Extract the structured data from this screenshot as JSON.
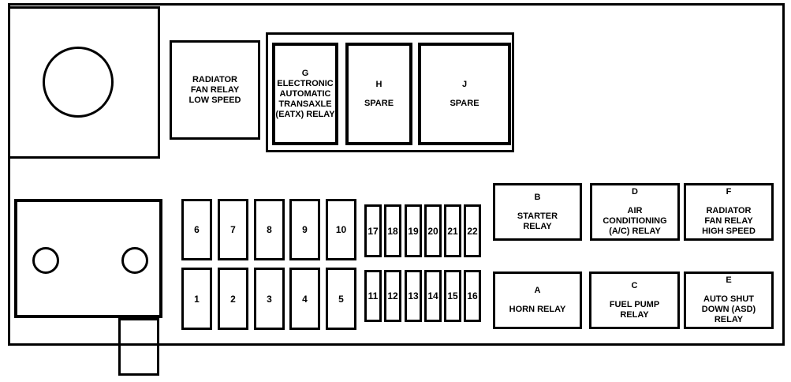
{
  "colors": {
    "background": "#ffffff",
    "line": "#000000",
    "text": "#000000"
  },
  "modules": {
    "radiator_fan_low": {
      "name": "RADIATOR\nFAN RELAY\nLOW SPEED"
    },
    "eatx_group": {
      "g": {
        "letter": "G",
        "name": "ELECTRONIC\nAUTOMATIC\nTRANSAXLE\n(EATX) RELAY"
      },
      "h": {
        "letter": "H",
        "name": "SPARE"
      },
      "j": {
        "letter": "J",
        "name": "SPARE"
      }
    }
  },
  "fuses": {
    "wide_top": [
      "6",
      "7",
      "8",
      "9",
      "10"
    ],
    "wide_bottom": [
      "1",
      "2",
      "3",
      "4",
      "5"
    ],
    "narrow_top": [
      "17",
      "18",
      "19",
      "20",
      "21",
      "22"
    ],
    "narrow_bottom": [
      "11",
      "12",
      "13",
      "14",
      "15",
      "16"
    ]
  },
  "relays": {
    "top_row": [
      {
        "letter": "B",
        "name": "STARTER\nRELAY"
      },
      {
        "letter": "D",
        "name": "AIR\nCONDITIONING\n(A/C) RELAY"
      },
      {
        "letter": "F",
        "name": "RADIATOR\nFAN RELAY\nHIGH SPEED"
      }
    ],
    "bottom_row": [
      {
        "letter": "A",
        "name": "HORN RELAY"
      },
      {
        "letter": "C",
        "name": "FUEL PUMP\nRELAY"
      },
      {
        "letter": "E",
        "name": "AUTO SHUT\nDOWN (ASD)\nRELAY"
      }
    ]
  }
}
